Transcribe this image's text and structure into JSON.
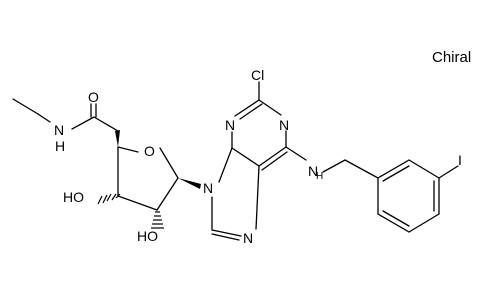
{
  "chiral_flag": "Chiral",
  "atom_labels": {
    "carbonyl_oxygen": "O",
    "amide_nitrogen": "N",
    "amide_hydrogen": "H",
    "ring_oxygen": "O",
    "hydroxyl_3": "HO",
    "hydroxyl_2": "HO",
    "purine_n9": "N",
    "purine_n7": "N",
    "purine_n3": "N",
    "purine_n1": "N",
    "chloro": "Cl",
    "amine_n": "N",
    "amine_h": "H",
    "iodo": "I"
  }
}
